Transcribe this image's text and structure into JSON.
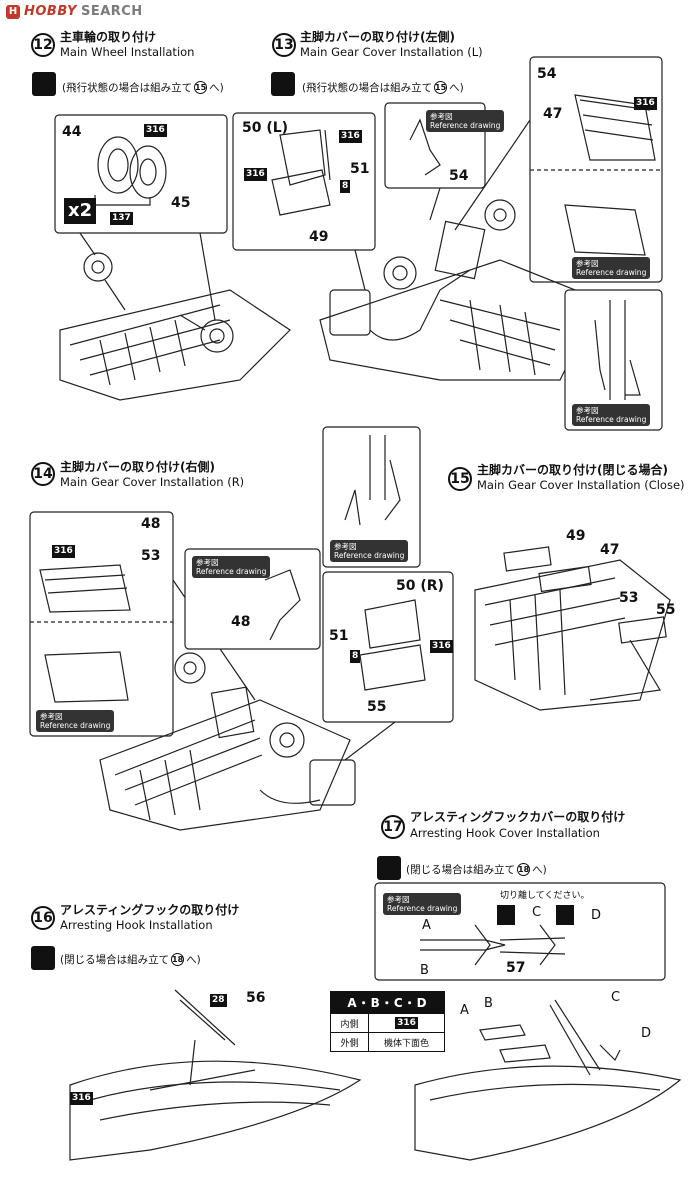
{
  "watermark": {
    "logo_glyph": "H",
    "brand": "HOBBY",
    "search": "SEARCH"
  },
  "steps": {
    "s12": {
      "num": "12",
      "jp": "主車輪の取り付け",
      "en": "Main Wheel Installation"
    },
    "s13": {
      "num": "13",
      "jp": "主脚カバーの取り付け(左側)",
      "en": "Main Gear Cover Installation (L)",
      "note_before": "(飛行状態の場合は組み立て",
      "note_step": "15",
      "note_after": "へ)"
    },
    "s14": {
      "num": "14",
      "jp": "主脚カバーの取り付け(右側)",
      "en": "Main Gear Cover Installation (R)"
    },
    "s15": {
      "num": "15",
      "jp": "主脚カバーの取り付け(閉じる場合)",
      "en": "Main Gear Cover Installation (Close)"
    },
    "s16": {
      "num": "16",
      "jp": "アレスティングフックの取り付け",
      "en": "Arresting Hook Installation",
      "note_before": "(閉じる場合は組み立て",
      "note_step": "18",
      "note_after": "へ)"
    },
    "s17": {
      "num": "17",
      "jp": "アレスティングフックカバーの取り付け",
      "en": "Arresting Hook Cover Installation",
      "note_before": "(閉じる場合は組み立て",
      "note_step": "18",
      "note_after": "へ)"
    }
  },
  "s12_note": {
    "before": "(飛行状態の場合は組み立て",
    "step": "15",
    "after": "へ)"
  },
  "parts": {
    "p44": "44",
    "p45": "45",
    "p316": "316",
    "p137": "137",
    "x2": "x2",
    "p50L": "50 (L)",
    "p51": "51",
    "p8": "8",
    "p49": "49",
    "p54": "54",
    "p47": "47",
    "p48": "48",
    "p53": "53",
    "p50R": "50 (R)",
    "p55": "55",
    "p28": "28",
    "p56": "56",
    "p57": "57",
    "A": "A",
    "B": "B",
    "C": "C",
    "D": "D"
  },
  "reference": {
    "jp": "参考図",
    "en": "Reference drawing"
  },
  "cut_note": "切り離してください。",
  "color_table": {
    "header": "A・B・C・D",
    "rows": [
      {
        "label": "内側",
        "value": "316"
      },
      {
        "label": "外側",
        "value": "機体下面色"
      }
    ]
  }
}
